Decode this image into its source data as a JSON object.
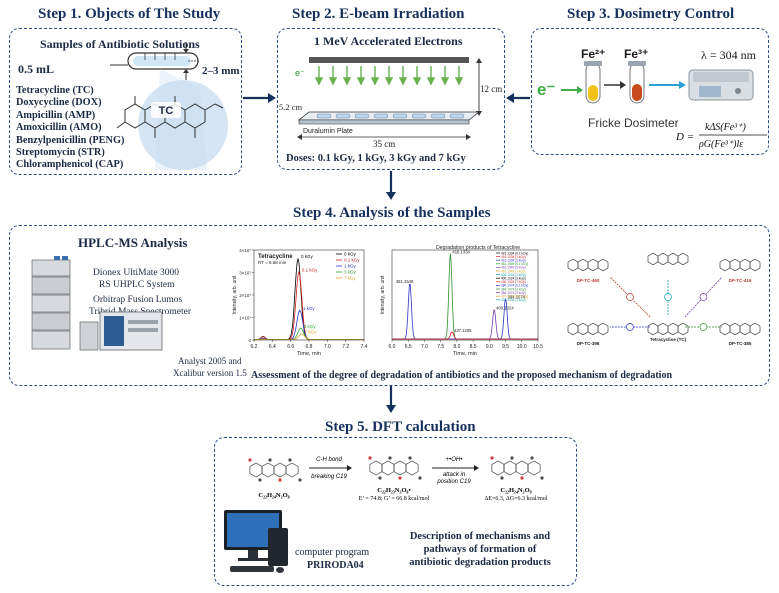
{
  "steps": {
    "s1": "Step 1. Objects of The Study",
    "s2": "Step 2. E-beam Irradiation",
    "s3": "Step 3. Dosimetry Control",
    "s4": "Step 4. Analysis of the Samples",
    "s5": "Step 5. DFT calculation"
  },
  "step1": {
    "heading": "Samples of Antibiotic Solutions",
    "volume": "0.5 mL",
    "depth": "2–3 mm",
    "tc_label": "TC",
    "antibiotics": [
      "Tetracycline (TC)",
      "Doxycycline (DOX)",
      "Ampicillin (AMP)",
      "Amoxicillin (AMO)",
      "Benzylpenicillin (PENG)",
      "Streptomycin (STR)",
      "Chloramphenicol (CAP)"
    ]
  },
  "step2": {
    "heading": "1 MeV Accelerated Electrons",
    "electron": "e⁻",
    "height": "12 cm",
    "width_small": "5.2 cm",
    "plate": "Duralumin Plate",
    "length": "35 cm",
    "doses": "Doses: 0.1 kGy, 1 kGy, 3 kGy and 7 kGy"
  },
  "step3": {
    "electron": "e⁻",
    "fe2": "Fe²⁺",
    "fe3": "Fe³⁺",
    "lambda": "λ = 304 nm",
    "dosimeter": "Fricke Dosimeter",
    "formula_lhs": "D =",
    "formula_num": "kΔS(Fe³⁺)",
    "formula_den": "ρG(Fe³⁺)lε"
  },
  "step4": {
    "heading": "HPLC-MS Analysis",
    "instr1": "Dionex UltiMate 3000",
    "instr2": "RS UHPLC System",
    "instr3": "Orbitrap Fusion Lumos",
    "instr4": "Tribrid Mass Spectrometer",
    "software1": "Analyst 2005 and",
    "software2": "Xcalibur version 1.5",
    "caption": "Assessment of the degree of degradation of antibiotics and the proposed mechanism of degradation",
    "mech_center": "Tetracycline (TC)",
    "mech_labels": [
      "DP-TC-460",
      "DP-TC-416",
      "DP-TC-398",
      "DP-TC-385"
    ]
  },
  "chart_data": [
    {
      "type": "line",
      "title": "Tetracycline",
      "subtitle": "RT = 6.68 min",
      "xlabel": "Time, min",
      "ylabel": "Intensity, arb. unit",
      "xlim": [
        6.2,
        7.4
      ],
      "ylim": [
        0,
        40000000
      ],
      "x_ticks": [
        "6.2",
        "6.4",
        "6.6",
        "6.8",
        "7.0",
        "7.2",
        "7.4"
      ],
      "y_ticks": [
        "0",
        "1×10⁷",
        "2×10⁷",
        "3×10⁷",
        "4×10⁷"
      ],
      "series": [
        {
          "name": "0 kGy",
          "color": "#000000",
          "peak": 36000000,
          "label": "0 kGy"
        },
        {
          "name": "0.1 kGy",
          "color": "#d42020",
          "peak": 30000000,
          "label": "0.1 kGy"
        },
        {
          "name": "1 kGy",
          "color": "#2a35c8",
          "peak": 13000000,
          "label": "1 kGy"
        },
        {
          "name": "3 kGy",
          "color": "#2fa02f",
          "peak": 5000000,
          "label": "3 kGy"
        },
        {
          "name": "7 kGy",
          "color": "#e0a020",
          "peak": 2500000,
          "label": "7 kGy"
        }
      ]
    },
    {
      "type": "line",
      "title": "Degradation products of Tetracycline",
      "xlabel": "Time, min",
      "ylabel": "Intensity, arb. unit",
      "xlim": [
        6.0,
        10.5
      ],
      "x_ticks": [
        "6.0",
        "6.5",
        "7.0",
        "7.5",
        "8.0",
        "8.5",
        "9.0",
        "9.5",
        "10.0",
        "10.5"
      ],
      "peak_labels": [
        "416.1334",
        "461.1549",
        "384.1074",
        "400.1024",
        "437.1205"
      ],
      "legend": [
        "415.1334 (0.1 kGy)",
        "416.1334 (1 kGy)",
        "416.1334 (3 kGy)",
        "461.1549 (0.1 kGy)",
        "461.1549 (3 kGy)",
        "461.1549 (1 kGy)",
        "400.1024 (1 kGy)",
        "400.1024 (3 kGy)",
        "400.1024 (7 kGy)",
        "384.1074 (0.1 kGy)",
        "384.1074 (1 kGy)",
        "384.1074 (3 kGy)",
        "437.1205 (0.1 kGy)",
        "437.1205 (1 kGy)"
      ]
    }
  ],
  "step5": {
    "mol1": "C₂₂H₂₄N₂O₈",
    "arrow1_top": "C-H bond",
    "arrow1_bot": "breaking C19",
    "mol2": "C₂₂H₂₃N₂O₈•",
    "mol2_energy": "E’ = 74.8; G’ = 66.8 kcal/mol",
    "arrow2_top": "+•OH•",
    "arrow2_mid": "attack in",
    "arrow2_bot": "position C19",
    "mol3": "C₂₂H₂₄N₂O₉",
    "mol3_energy": "ΔE=6.3, ΔG=6.3 kcal/mol",
    "program_label": "computer program",
    "program_name": "PRIRODA04",
    "description": [
      "Description of mechanisms and",
      "pathways of formation of",
      "antibiotic degradation products"
    ]
  }
}
